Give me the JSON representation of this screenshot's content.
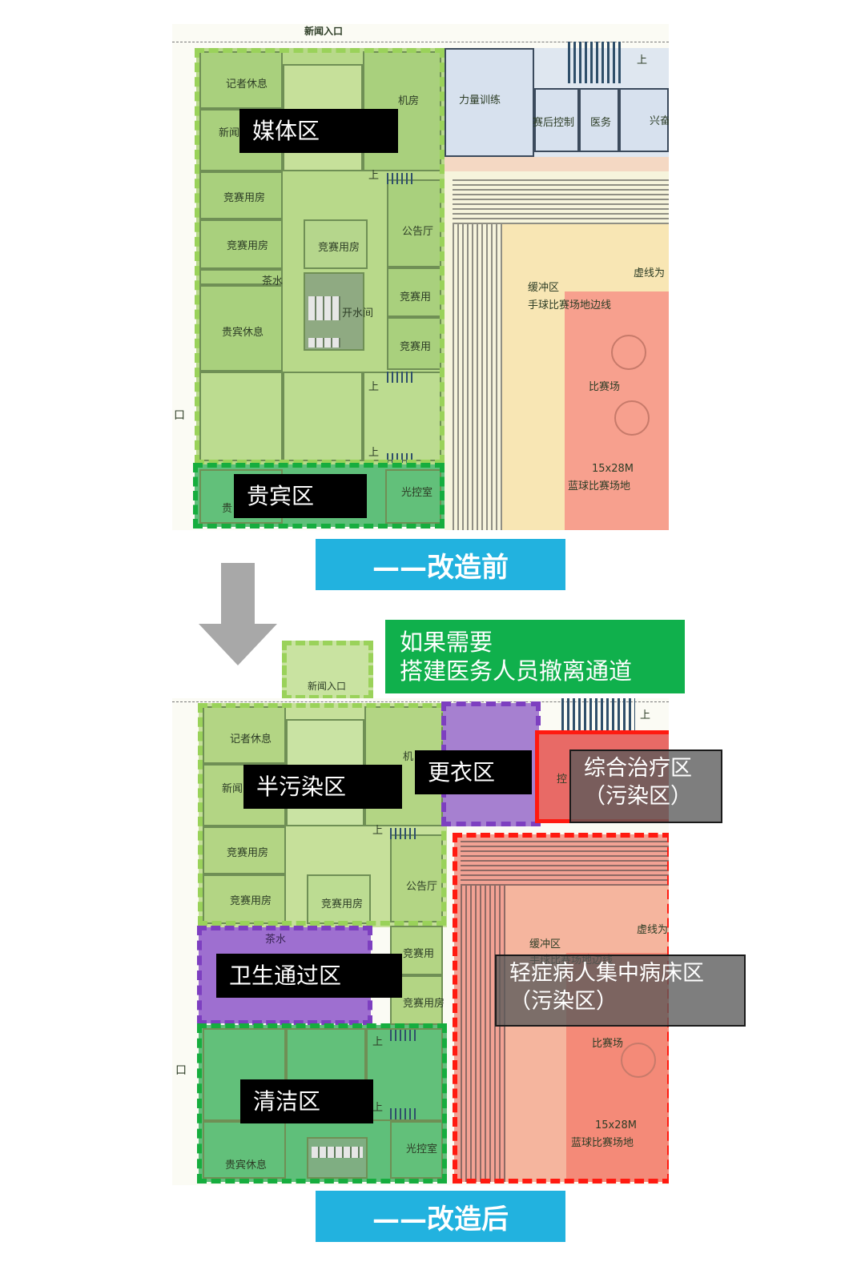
{
  "before": {
    "entrance": "新闻入口",
    "banner": "——改造前",
    "zones": {
      "media": "媒体区",
      "vip": "贵宾区"
    },
    "rooms": {
      "reporter_rest": "记者休息",
      "news": "新闻",
      "machine_room": "机房",
      "competition_room_1": "竞赛用房",
      "competition_room_2": "竞赛用房",
      "competition_room_center": "竞赛用房",
      "notice_hall": "公告厅",
      "tea": "茶水",
      "boiled_water": "开水间",
      "vip_rest": "贵宾休息",
      "competition_room_r1": "竞赛用",
      "competition_room_r2": "竞赛用",
      "light_control": "光控室",
      "vip_short": "贵",
      "strength_training": "力量训练",
      "post_match_control": "赛后控制",
      "medical": "医务",
      "doping": "兴奋",
      "buffer": "缓冲区",
      "handball_line": "手球比赛场地边线",
      "dashed_note": "虚线为",
      "arena": "比赛场",
      "court_size": "15x28M",
      "basketball_court": "蓝球比赛场地",
      "up_1": "上",
      "up_2": "上",
      "up_3": "上",
      "up_4": "上",
      "side_entry": "口"
    }
  },
  "after": {
    "entrance": "新闻入口",
    "banner": "——改造后",
    "callout": {
      "line1": "如果需要",
      "line2": "搭建医务人员撤离通道"
    },
    "zones": {
      "semi_contaminated": "半污染区",
      "changing": "更衣区",
      "treatment_line1": "综合治疗区",
      "treatment_line2": "（污染区）",
      "hygiene_pass": "卫生通过区",
      "patient_line1": "轻症病人集中病床区",
      "patient_line2": "（污染区）",
      "clean": "清洁区"
    },
    "rooms": {
      "reporter_rest": "记者休息",
      "news": "新闻",
      "machine_short": "机",
      "control_short": "控",
      "competition_room_1": "竞赛用房",
      "competition_room_2": "竞赛用房",
      "competition_room_center": "竞赛用房",
      "notice_hall": "公告厅",
      "tea": "茶水",
      "competition_room_r1": "竞赛用",
      "competition_room_r2": "竞赛用房",
      "buffer": "缓冲区",
      "handball_line": "手球比赛场地边线",
      "dashed_note": "虚线为",
      "arena": "比赛场",
      "court_size": "15x28M",
      "basketball_court": "蓝球比赛场地",
      "light_control": "光控室",
      "vip_rest": "贵宾休息",
      "up_1": "上",
      "up_2": "上",
      "up_3": "上",
      "up_4": "上",
      "side_entry": "口"
    }
  },
  "colors": {
    "media_zone": "#b7d98b",
    "vip_zone": "#5fbf7a",
    "banner": "#22b2df",
    "callout": "#10b04c",
    "purple_zone": "#8c5fc4",
    "red_zone": "#ff2a1a",
    "court": "#f7a08e",
    "arrow": "#a8a8a8"
  }
}
